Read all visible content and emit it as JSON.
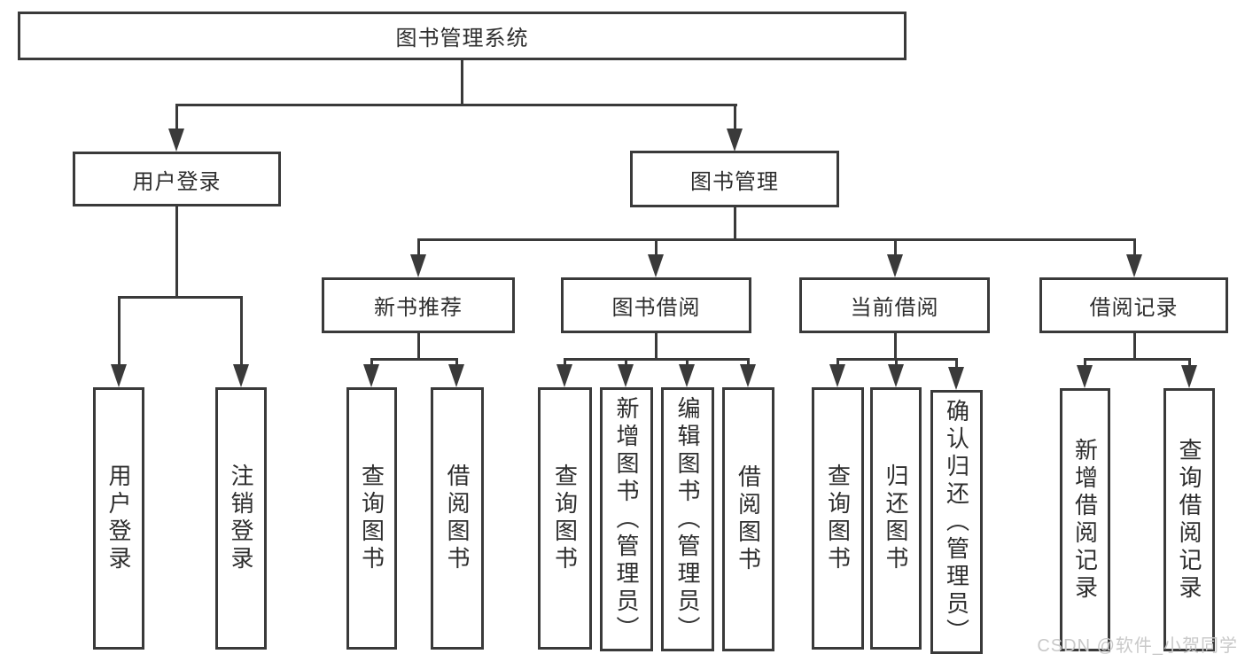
{
  "diagram_title": "图书管理系统",
  "watermark": "CSDN @软件_小贺同学",
  "colors": {
    "line": "#3a3a3a",
    "text": "#2e2e2e",
    "box_bg": "#ffffff",
    "watermark": "#c9c9c9"
  },
  "nodes": {
    "root": {
      "label": "图书管理系统"
    },
    "user_login": {
      "label": "用户登录"
    },
    "book_management": {
      "label": "图书管理"
    },
    "new_book_recommend": {
      "label": "新书推荐"
    },
    "book_borrow": {
      "label": "图书借阅"
    },
    "current_borrow": {
      "label": "当前借阅"
    },
    "borrow_records": {
      "label": "借阅记录"
    },
    "leaf_user_login": {
      "label": "用户登录"
    },
    "leaf_logout": {
      "label": "注销登录"
    },
    "leaf_query_books_recommend": {
      "label": "查询图书"
    },
    "leaf_borrow_books_recommend": {
      "label": "借阅图书"
    },
    "leaf_query_books_borrow": {
      "label": "查询图书"
    },
    "leaf_add_books_admin": {
      "label": "新增图书（管理员）"
    },
    "leaf_edit_books_admin": {
      "label": "编辑图书（管理员）"
    },
    "leaf_borrow_books_borrow": {
      "label": "借阅图书"
    },
    "leaf_query_books_current": {
      "label": "查询图书"
    },
    "leaf_return_books": {
      "label": "归还图书"
    },
    "leaf_confirm_return_admin": {
      "label": "确认归还（管理员）"
    },
    "leaf_add_borrow_record": {
      "label": "新增借阅记录"
    },
    "leaf_query_borrow_record": {
      "label": "查询借阅记录"
    }
  }
}
